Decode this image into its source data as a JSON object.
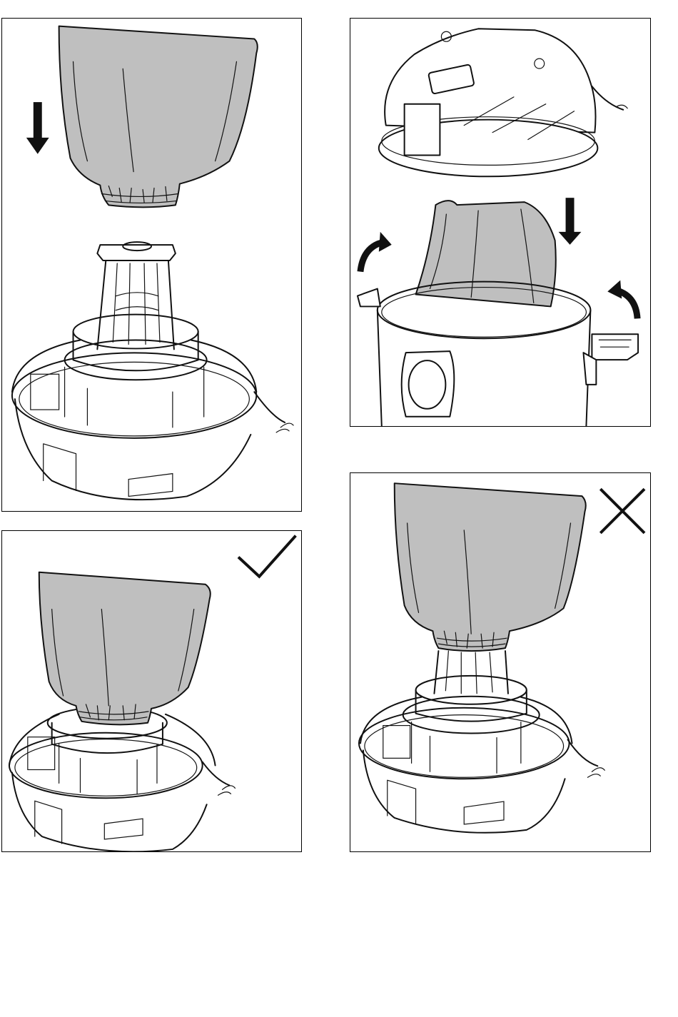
{
  "figures": [
    {
      "id": "step-1",
      "arrow": "down-arrow-icon"
    },
    {
      "id": "step-2",
      "arrows": [
        "down-arrow-icon",
        "curved-arrow-left-icon",
        "curved-arrow-right-icon"
      ]
    },
    {
      "id": "correct",
      "mark": "check-mark-icon"
    },
    {
      "id": "incorrect",
      "mark": "cross-mark-icon"
    }
  ],
  "colors": {
    "line": "#111111",
    "bag_fill": "#bfbfbf",
    "background": "#ffffff"
  }
}
